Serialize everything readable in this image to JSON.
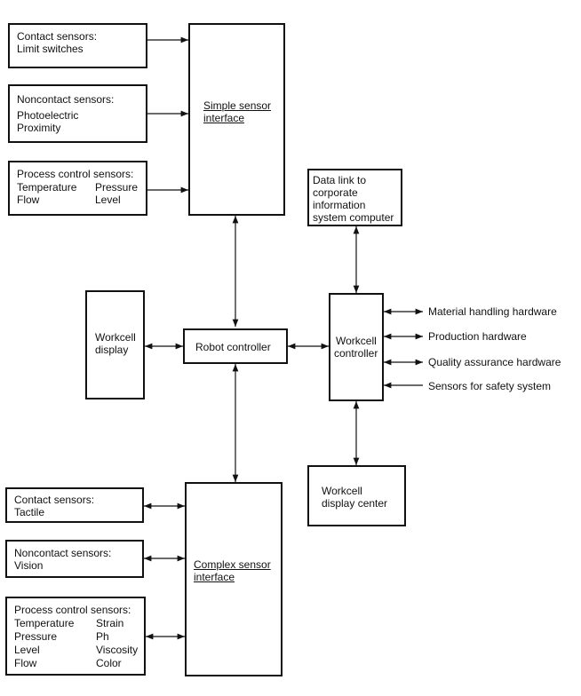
{
  "simple_group": {
    "contact": {
      "title": "Contact sensors:",
      "items": [
        "Limit switches"
      ]
    },
    "noncontact": {
      "title": "Noncontact sensors:",
      "items": [
        "Photoelectric",
        "Proximity"
      ]
    },
    "process": {
      "title": "Process control sensors:",
      "col1": [
        "Temperature",
        "Flow"
      ],
      "col2": [
        "Pressure",
        "Level"
      ]
    },
    "interface": {
      "line1": "Simple sensor",
      "line2": "interface"
    }
  },
  "workcell_display": {
    "line1": "Workcell",
    "line2": "display"
  },
  "robot_controller": {
    "label": "Robot controller"
  },
  "data_link": {
    "lines": [
      "Data link to",
      "corporate",
      "information",
      "system computer"
    ]
  },
  "workcell_controller": {
    "line1": "Workcell",
    "line2": "controller"
  },
  "outputs": [
    "Material handling hardware",
    "Production hardware",
    "Quality assurance hardware",
    "Sensors for safety system"
  ],
  "display_center": {
    "line1": "Workcell",
    "line2": "display center"
  },
  "complex_group": {
    "contact": {
      "title": "Contact sensors:",
      "items": [
        "Tactile"
      ]
    },
    "noncontact": {
      "title": "Noncontact sensors:",
      "items": [
        "Vision"
      ]
    },
    "process": {
      "title": "Process control sensors:",
      "col1": [
        "Temperature",
        "Pressure",
        "Level",
        "Flow"
      ],
      "col2": [
        "Strain",
        "Ph",
        "Viscosity",
        "Color"
      ]
    },
    "interface": {
      "line1": "Complex sensor",
      "line2": "interface"
    }
  }
}
